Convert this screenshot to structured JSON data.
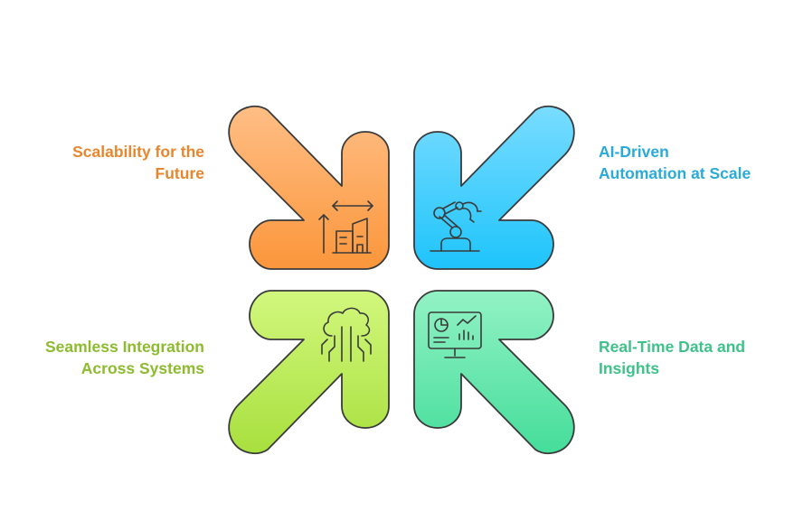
{
  "items": [
    {
      "key": "tl",
      "title": "Scalability for the\nFuture",
      "color": "#e8862e",
      "icon": "scaling-building-icon",
      "gradient": [
        "#ffbe85",
        "#fb963b"
      ]
    },
    {
      "key": "tr",
      "title": "AI-Driven\nAutomation at Scale",
      "color": "#2aaad8",
      "icon": "robot-arm-icon",
      "gradient": [
        "#79dcff",
        "#1ec4fb"
      ]
    },
    {
      "key": "bl",
      "title": "Seamless Integration\nAcross Systems",
      "color": "#8dbb2e",
      "icon": "cloud-network-icon",
      "gradient": [
        "#d2f77d",
        "#a8e03e"
      ]
    },
    {
      "key": "br",
      "title": "Real-Time Data and\nInsights",
      "color": "#3ec28a",
      "icon": "analytics-monitor-icon",
      "gradient": [
        "#92f2c4",
        "#45dd9a"
      ]
    }
  ]
}
